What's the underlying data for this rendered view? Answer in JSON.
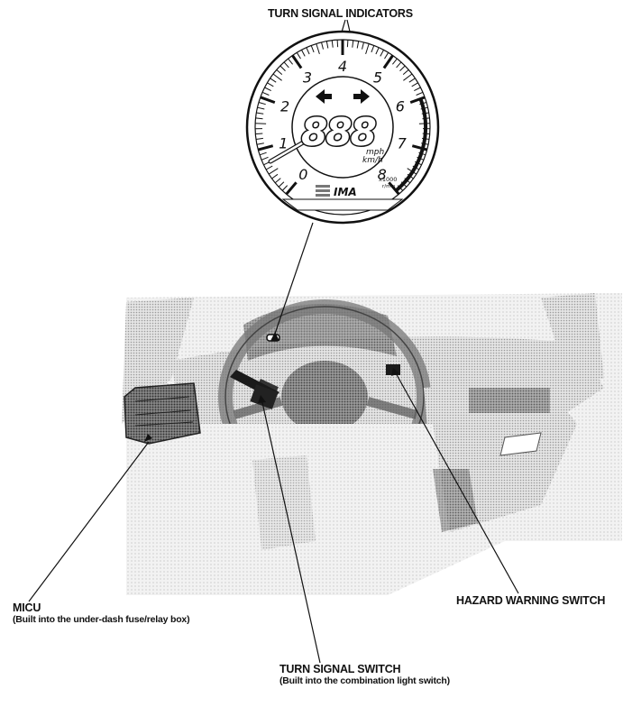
{
  "labels": {
    "turn_signal_indicators": "TURN SIGNAL INDICATORS",
    "micu": "MICU",
    "micu_note": "(Built into the under-dash fuse/relay box)",
    "hazard_warning_switch": "HAZARD WARNING SWITCH",
    "turn_signal_switch": "TURN SIGNAL SWITCH",
    "turn_signal_switch_note": "(Built into the combination light switch)"
  },
  "gauge": {
    "scale_numbers": [
      "0",
      "1",
      "2",
      "3",
      "4",
      "5",
      "6",
      "7",
      "8"
    ],
    "display_digits": "888",
    "unit_mph": "mph",
    "unit_kmh": "km/h",
    "multiplier": "x1000",
    "rpm_unit": "r/min",
    "brand_mark": "IMA",
    "turn_left_icon": "left-arrow-icon",
    "turn_right_icon": "right-arrow-icon"
  },
  "colors": {
    "ink": "#111111",
    "photo_tone": "#9a9a9a",
    "background": "#ffffff"
  }
}
